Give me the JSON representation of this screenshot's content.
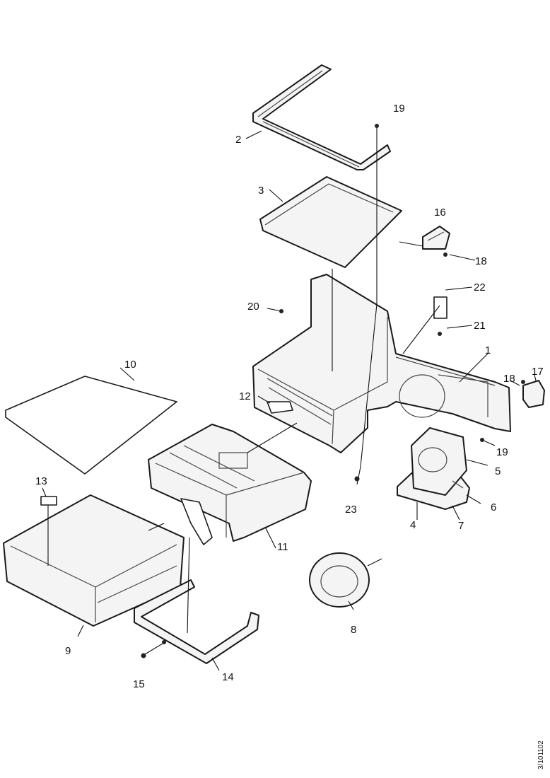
{
  "callouts": {
    "c1": "1",
    "c2": "2",
    "c3": "3",
    "c4": "4",
    "c5": "5",
    "c6": "6",
    "c7": "7",
    "c8": "8",
    "c9": "9",
    "c10": "10",
    "c11": "11",
    "c12": "12",
    "c13": "13",
    "c14": "14",
    "c15": "15",
    "c16": "16",
    "c17": "17",
    "c18a": "18",
    "c18b": "18",
    "c19a": "19",
    "c19b": "19",
    "c20": "20",
    "c21": "21",
    "c22": "22",
    "c23": "23"
  },
  "figure_code": "3/101102"
}
